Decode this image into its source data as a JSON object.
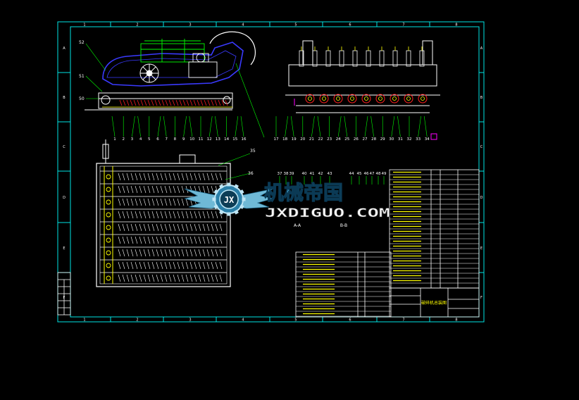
{
  "drawing": {
    "columns": [
      "1",
      "2",
      "3",
      "4",
      "5",
      "6",
      "7",
      "8"
    ],
    "rows": [
      "A",
      "B",
      "C",
      "D",
      "E",
      "F"
    ],
    "part_numbers_row1": [
      "1",
      "2",
      "3",
      "4",
      "5",
      "6",
      "7",
      "8",
      "9",
      "10",
      "11",
      "12",
      "13",
      "14",
      "15",
      "16",
      "17",
      "18",
      "19",
      "20",
      "21",
      "22",
      "23",
      "24",
      "25",
      "26",
      "27",
      "28",
      "29",
      "30",
      "31",
      "32",
      "33",
      "34"
    ],
    "part_numbers_row2": [
      "37",
      "38",
      "39",
      "40",
      "41",
      "42",
      "43",
      "44",
      "45",
      "46",
      "47",
      "48",
      "49"
    ],
    "leader_labels": {
      "l52": "52",
      "l51": "51",
      "l50": "50",
      "l36": "36",
      "l35": "35"
    },
    "section_labels": {
      "a": "A-A",
      "b": "B-B"
    },
    "title_block_name": "破碎机总装图"
  },
  "watermark": {
    "cn": "机械帝国",
    "en": "JXDIGUO.COM",
    "badge": "JX"
  },
  "colors": {
    "background": "#000000",
    "frame": "#00e5e5",
    "blue": "#3a3aff",
    "green": "#00ff00",
    "white": "#ffffff",
    "yellow": "#ffff00",
    "red": "#ff2020",
    "magenta": "#ff00ff"
  }
}
